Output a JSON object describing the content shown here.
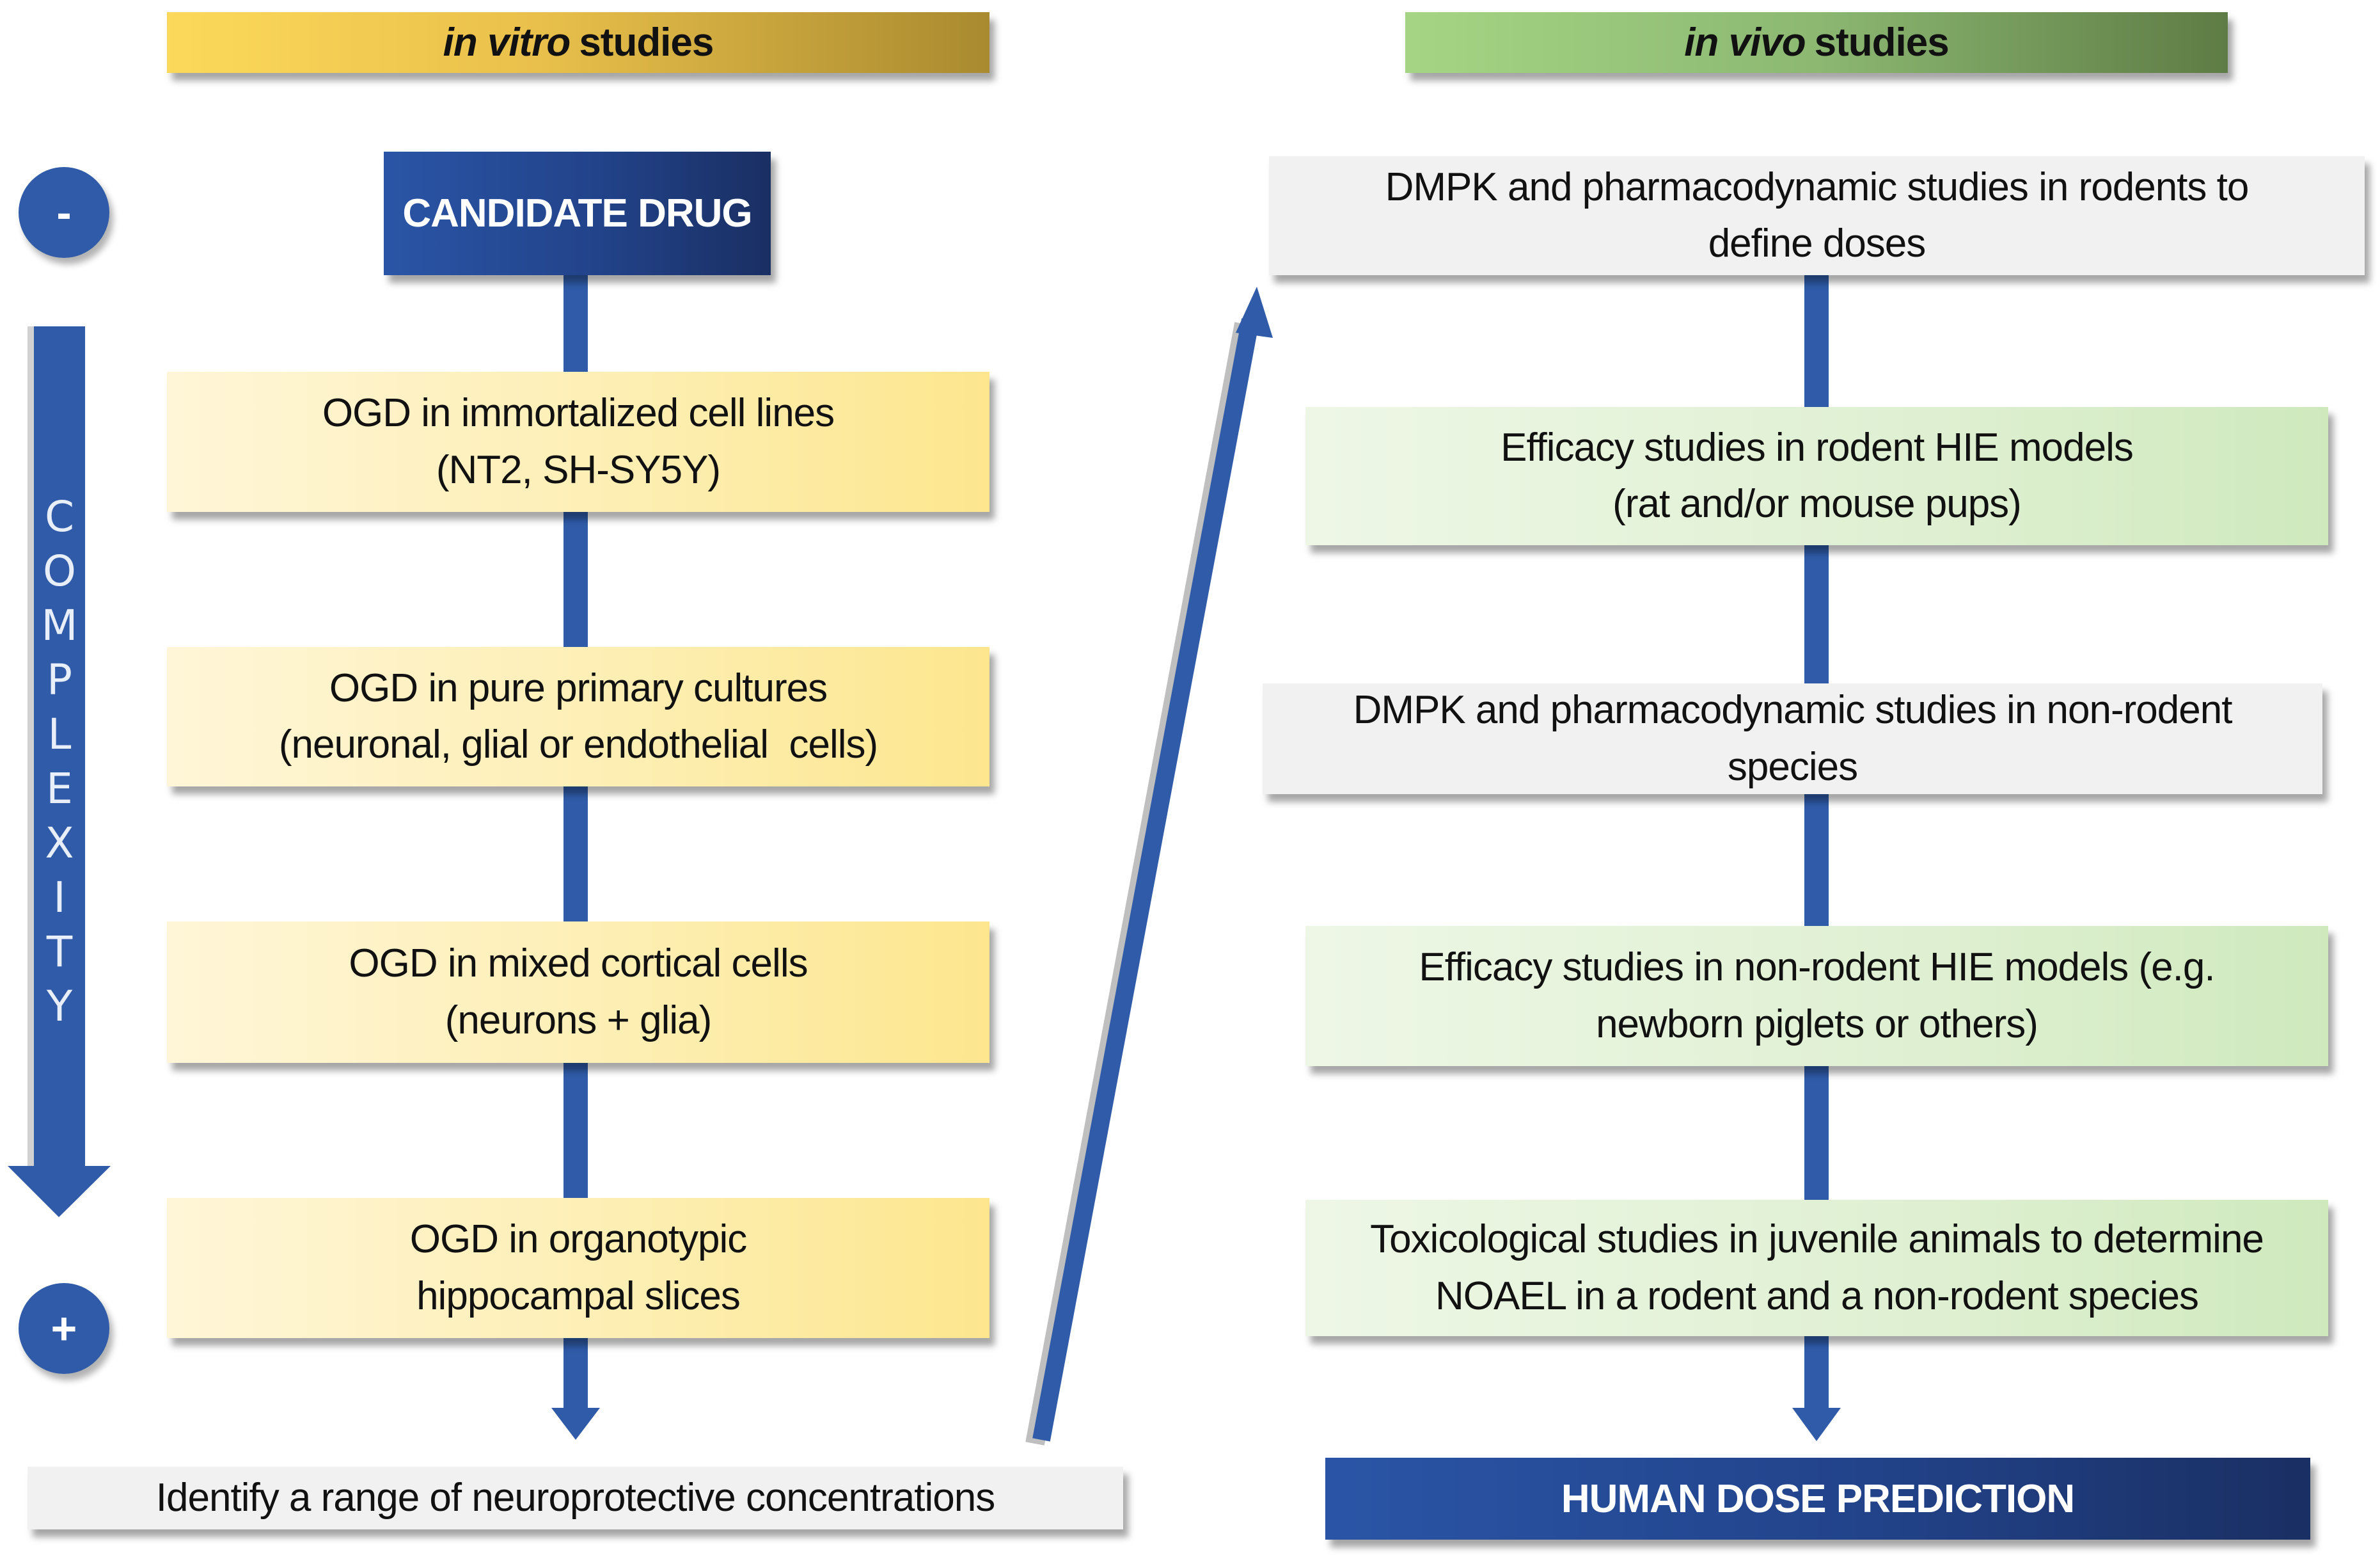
{
  "columns": {
    "in_vitro": {
      "header_italic": "in vitro",
      "header_rest": "studies",
      "start_label": "CANDIDATE DRUG",
      "steps": [
        {
          "line1": "OGD in immortalized cell lines",
          "line2": "(NT2, SH-SY5Y)"
        },
        {
          "line1": "OGD in pure primary cultures",
          "line2": "(neuronal, glial or endothelial  cells)"
        },
        {
          "line1": "OGD in mixed cortical cells",
          "line2": "(neurons + glia)"
        },
        {
          "line1": "OGD in organotypic",
          "line2": "hippocampal slices"
        }
      ],
      "outcome": "Identify a range of neuroprotective concentrations"
    },
    "in_vivo": {
      "header_italic": "in vivo",
      "header_rest": "studies",
      "steps": [
        {
          "line1": "DMPK and pharmacodynamic studies in rodents to",
          "line2": "define doses",
          "style": "grey"
        },
        {
          "line1": "Efficacy studies in rodent HIE models",
          "line2": "(rat and/or mouse pups)",
          "style": "green"
        },
        {
          "line1": "DMPK and pharmacodynamic studies in non-rodent",
          "line2": "species",
          "style": "grey"
        },
        {
          "line1": "Efficacy studies in non-rodent HIE models (e.g.",
          "line2": "newborn piglets or others)",
          "style": "green"
        },
        {
          "line1": "Toxicological studies in juvenile animals to determine",
          "line2": "NOAEL in a rodent and a non-rodent species",
          "style": "green"
        }
      ],
      "outcome": "HUMAN DOSE PREDICTION"
    }
  },
  "complexity": {
    "label_letters": [
      "C",
      "O",
      "M",
      "P",
      "L",
      "E",
      "X",
      "I",
      "T",
      "Y"
    ],
    "low_symbol": "-",
    "high_symbol": "+"
  },
  "colors": {
    "arrow_blue": "#2f5ba8",
    "navy": "#22438a",
    "vitro_gold": "#e9c04b",
    "vivo_green": "#8cb872"
  }
}
